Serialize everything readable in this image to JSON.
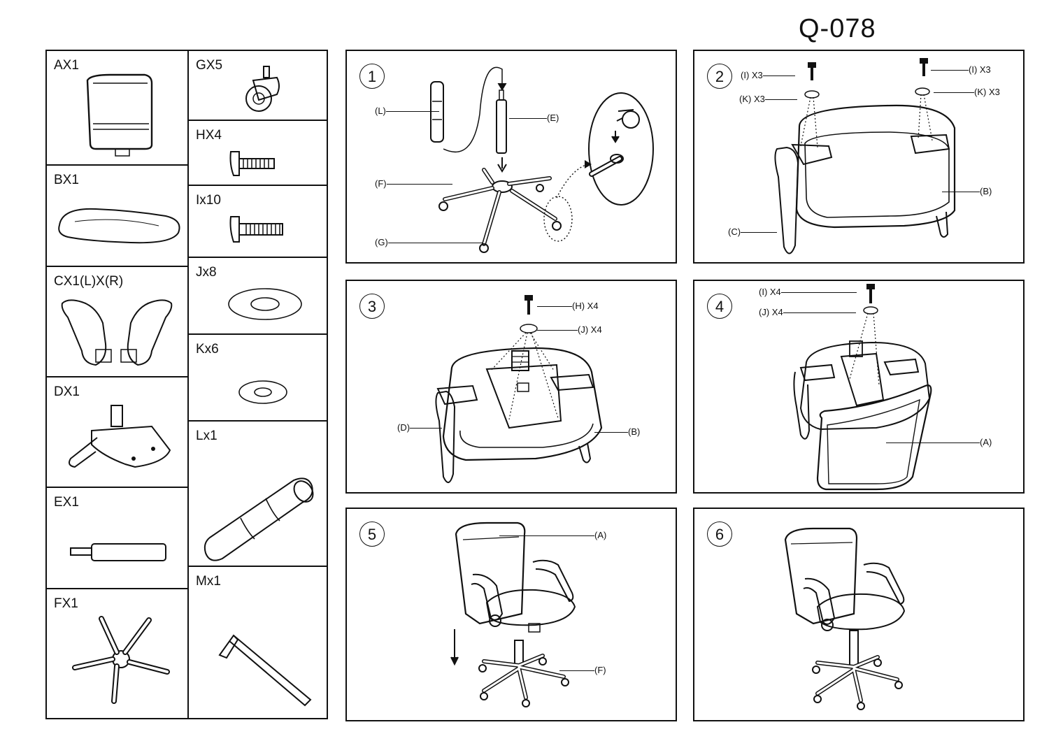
{
  "model": "Q-078",
  "parts": [
    {
      "label": "AX1",
      "icon": "mesh-backrest-icon"
    },
    {
      "label": "BX1",
      "icon": "seat-cushion-icon"
    },
    {
      "label": "CX1(L)X(R)",
      "icon": "armrests-icon"
    },
    {
      "label": "DX1",
      "icon": "tilt-mechanism-icon"
    },
    {
      "label": "EX1",
      "icon": "gas-cylinder-icon"
    },
    {
      "label": "FX1",
      "icon": "five-star-base-icon"
    },
    {
      "label": "GX5",
      "icon": "caster-wheel-icon"
    },
    {
      "label": "HX4",
      "icon": "short-bolt-icon"
    },
    {
      "label": "Ix10",
      "icon": "long-bolt-icon"
    },
    {
      "label": "Jx8",
      "icon": "large-washer-icon"
    },
    {
      "label": "Kx6",
      "icon": "small-washer-icon"
    },
    {
      "label": "Lx1",
      "icon": "cylinder-cover-icon"
    },
    {
      "label": "Mx1",
      "icon": "allen-key-icon"
    }
  ],
  "steps": [
    {
      "num": "1",
      "callouts": [
        "(L)",
        "(E)",
        "(F)",
        "(G)"
      ]
    },
    {
      "num": "2",
      "callouts": [
        "(I) X3",
        "(K) X3",
        "(I) X3",
        "(K) X3",
        "(B)",
        "(C)"
      ]
    },
    {
      "num": "3",
      "callouts": [
        "(H) X4",
        "(J) X4",
        "(D)",
        "(B)"
      ]
    },
    {
      "num": "4",
      "callouts": [
        "(I) X4",
        "(J) X4",
        "(A)"
      ]
    },
    {
      "num": "5",
      "callouts": [
        "(A)",
        "(F)"
      ]
    },
    {
      "num": "6",
      "callouts": []
    }
  ]
}
